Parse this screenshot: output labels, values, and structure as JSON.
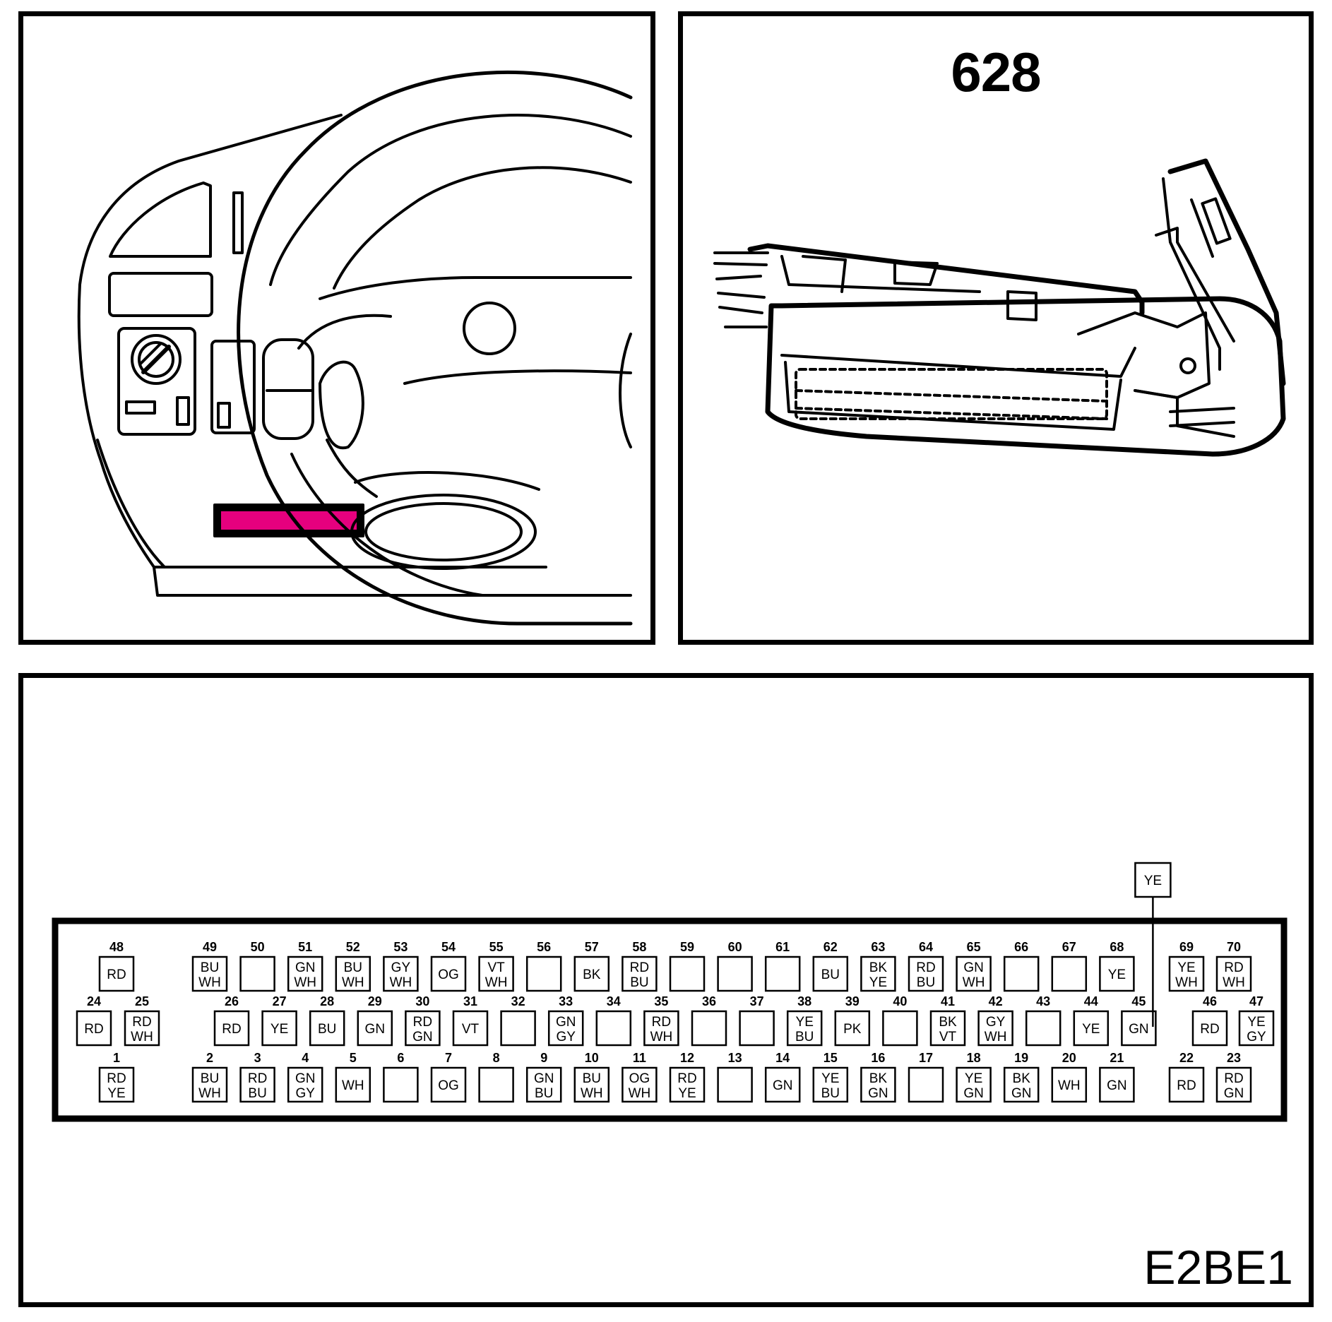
{
  "connector": {
    "title": "628",
    "figure_id": "E2BE1",
    "highlight_color": "#e6007e",
    "pins": [
      {
        "n": "48",
        "c": [
          "RD"
        ]
      },
      {
        "n": "49",
        "c": [
          "BU",
          "WH"
        ]
      },
      {
        "n": "50",
        "c": []
      },
      {
        "n": "51",
        "c": [
          "GN",
          "WH"
        ]
      },
      {
        "n": "52",
        "c": [
          "BU",
          "WH"
        ]
      },
      {
        "n": "53",
        "c": [
          "GY",
          "WH"
        ]
      },
      {
        "n": "54",
        "c": [
          "OG"
        ]
      },
      {
        "n": "55",
        "c": [
          "VT",
          "WH"
        ]
      },
      {
        "n": "56",
        "c": []
      },
      {
        "n": "57",
        "c": [
          "BK"
        ]
      },
      {
        "n": "58",
        "c": [
          "RD",
          "BU"
        ]
      },
      {
        "n": "59",
        "c": []
      },
      {
        "n": "60",
        "c": []
      },
      {
        "n": "61",
        "c": []
      },
      {
        "n": "62",
        "c": [
          "BU"
        ]
      },
      {
        "n": "63",
        "c": [
          "BK",
          "YE"
        ]
      },
      {
        "n": "64",
        "c": [
          "RD",
          "BU"
        ]
      },
      {
        "n": "65",
        "c": [
          "GN",
          "WH"
        ]
      },
      {
        "n": "66",
        "c": []
      },
      {
        "n": "67",
        "c": []
      },
      {
        "n": "68",
        "c": [
          "YE"
        ]
      },
      {
        "n": "69",
        "c": [
          "YE",
          "WH"
        ]
      },
      {
        "n": "70",
        "c": [
          "RD",
          "WH"
        ]
      },
      {
        "n": "24",
        "c": [
          "RD"
        ]
      },
      {
        "n": "25",
        "c": [
          "RD",
          "WH"
        ]
      },
      {
        "n": "26",
        "c": [
          "RD"
        ]
      },
      {
        "n": "27",
        "c": [
          "YE"
        ]
      },
      {
        "n": "28",
        "c": [
          "BU"
        ]
      },
      {
        "n": "29",
        "c": [
          "GN"
        ]
      },
      {
        "n": "30",
        "c": [
          "RD",
          "GN"
        ]
      },
      {
        "n": "31",
        "c": [
          "VT"
        ]
      },
      {
        "n": "32",
        "c": []
      },
      {
        "n": "33",
        "c": [
          "GN",
          "GY"
        ]
      },
      {
        "n": "34",
        "c": []
      },
      {
        "n": "35",
        "c": [
          "RD",
          "WH"
        ]
      },
      {
        "n": "36",
        "c": []
      },
      {
        "n": "37",
        "c": []
      },
      {
        "n": "38",
        "c": [
          "YE",
          "BU"
        ]
      },
      {
        "n": "39",
        "c": [
          "PK"
        ]
      },
      {
        "n": "40",
        "c": []
      },
      {
        "n": "41",
        "c": [
          "BK",
          "VT"
        ]
      },
      {
        "n": "42",
        "c": [
          "GY",
          "WH"
        ]
      },
      {
        "n": "43",
        "c": []
      },
      {
        "n": "44",
        "c": [
          "YE"
        ]
      },
      {
        "n": "45",
        "c": [
          "GN"
        ]
      },
      {
        "n": "46",
        "c": [
          "RD"
        ]
      },
      {
        "n": "47",
        "c": [
          "YE",
          "GY"
        ]
      },
      {
        "n": "1",
        "c": [
          "RD",
          "YE"
        ]
      },
      {
        "n": "2",
        "c": [
          "BU",
          "WH"
        ]
      },
      {
        "n": "3",
        "c": [
          "RD",
          "BU"
        ]
      },
      {
        "n": "4",
        "c": [
          "GN",
          "GY"
        ]
      },
      {
        "n": "5",
        "c": [
          "WH"
        ]
      },
      {
        "n": "6",
        "c": []
      },
      {
        "n": "7",
        "c": [
          "OG"
        ]
      },
      {
        "n": "8",
        "c": []
      },
      {
        "n": "9",
        "c": [
          "GN",
          "BU"
        ]
      },
      {
        "n": "10",
        "c": [
          "BU",
          "WH"
        ]
      },
      {
        "n": "11",
        "c": [
          "OG",
          "WH"
        ]
      },
      {
        "n": "12",
        "c": [
          "RD",
          "YE"
        ]
      },
      {
        "n": "13",
        "c": []
      },
      {
        "n": "14",
        "c": [
          "GN"
        ]
      },
      {
        "n": "15",
        "c": [
          "YE",
          "BU"
        ]
      },
      {
        "n": "16",
        "c": [
          "BK",
          "GN"
        ]
      },
      {
        "n": "17",
        "c": []
      },
      {
        "n": "18",
        "c": [
          "YE",
          "GN"
        ]
      },
      {
        "n": "19",
        "c": [
          "BK",
          "GN"
        ]
      },
      {
        "n": "20",
        "c": [
          "WH"
        ]
      },
      {
        "n": "21",
        "c": [
          "GN"
        ]
      },
      {
        "n": "22",
        "c": [
          "RD"
        ]
      },
      {
        "n": "23",
        "c": [
          "RD",
          "GN"
        ]
      }
    ],
    "splice": {
      "pin": "45",
      "c": [
        "YE"
      ]
    }
  }
}
